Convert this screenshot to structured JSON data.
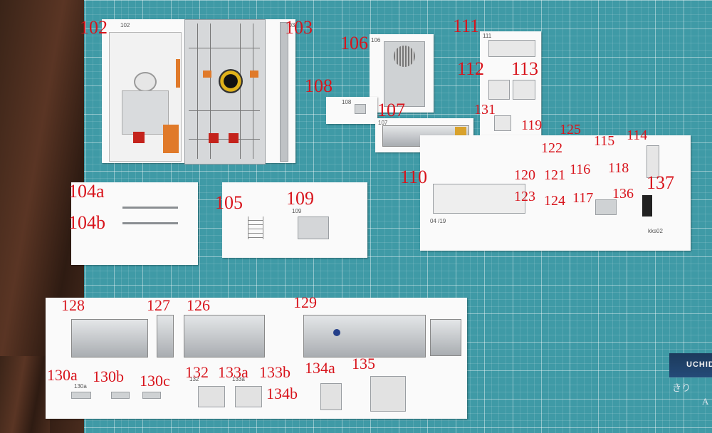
{
  "labels": {
    "l102": "102",
    "l103": "103",
    "l106": "106",
    "l108": "108",
    "l107": "107",
    "l111": "111",
    "l112": "112",
    "l113": "113",
    "l131": "131",
    "l119": "119",
    "l125": "125",
    "l115": "115",
    "l114": "114",
    "l122": "122",
    "l116": "116",
    "l118": "118",
    "l120": "120",
    "l121": "121",
    "l110": "110",
    "l137": "137",
    "l123": "123",
    "l124": "124",
    "l117": "117",
    "l136": "136",
    "l104a": "104a",
    "l104b": "104b",
    "l105": "105",
    "l109": "109",
    "l128": "128",
    "l127": "127",
    "l126": "126",
    "l129": "129",
    "l130a": "130a",
    "l130b": "130b",
    "l130c": "130c",
    "l132": "132",
    "l133a": "133a",
    "l133b": "133b",
    "l134a": "134a",
    "l135": "135",
    "l134b": "134b"
  },
  "print": {
    "p102": "102",
    "p103": "103",
    "p106": "106",
    "p108": "108",
    "p107": "107",
    "p111": "111",
    "p110_date": "04 /19",
    "p110_code": "kks02",
    "p109": "109",
    "p130a": "130a",
    "p132": "132",
    "p133a": "133a"
  },
  "tape": {
    "brand": "UCHIDA",
    "text": "きり",
    "text2": "A"
  },
  "colors": {
    "mat": "#3f9aa6",
    "label_red": "#d8141c",
    "paper": "#fafafa"
  }
}
